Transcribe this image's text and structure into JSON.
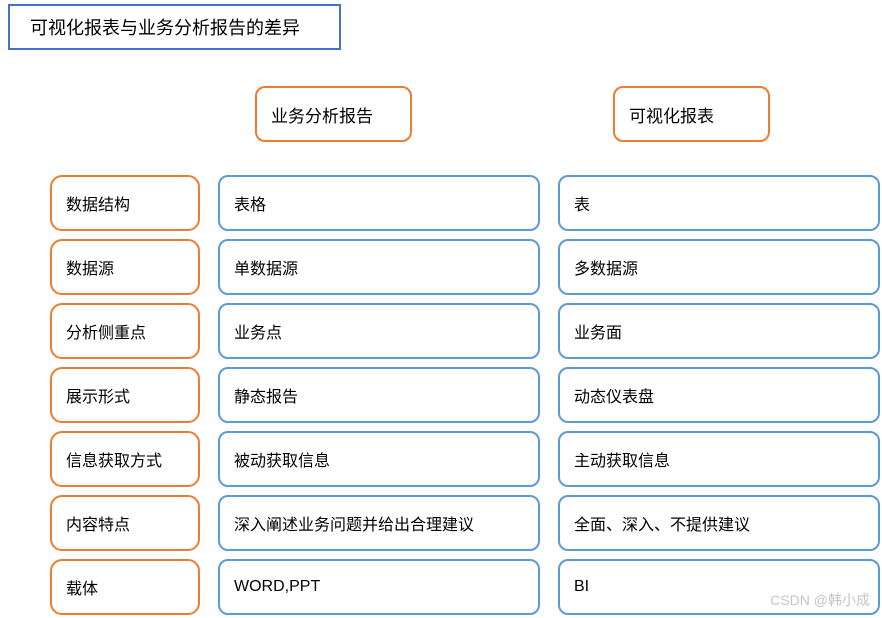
{
  "title": "可视化报表与业务分析报告的差异",
  "headers": {
    "business_report": "业务分析报告",
    "visual_report": "可视化报表"
  },
  "rows": [
    {
      "label": "数据结构",
      "report": "表格",
      "visual": "表"
    },
    {
      "label": "数据源",
      "report": "单数据源",
      "visual": "多数据源"
    },
    {
      "label": "分析侧重点",
      "report": "业务点",
      "visual": "业务面"
    },
    {
      "label": "展示形式",
      "report": "静态报告",
      "visual": "动态仪表盘"
    },
    {
      "label": "信息获取方式",
      "report": "被动获取信息",
      "visual": "主动获取信息"
    },
    {
      "label": "内容特点",
      "report": "深入阐述业务问题并给出合理建议",
      "visual": "全面、深入、不提供建议"
    },
    {
      "label": "载体",
      "report": "WORD,PPT",
      "visual": "BI"
    }
  ],
  "watermark": "CSDN @韩小成",
  "colors": {
    "orange": "#ED7D31",
    "blue": "#5B9BD5",
    "title_blue": "#4472C4",
    "watermark_gray": "#C5C5C5"
  }
}
